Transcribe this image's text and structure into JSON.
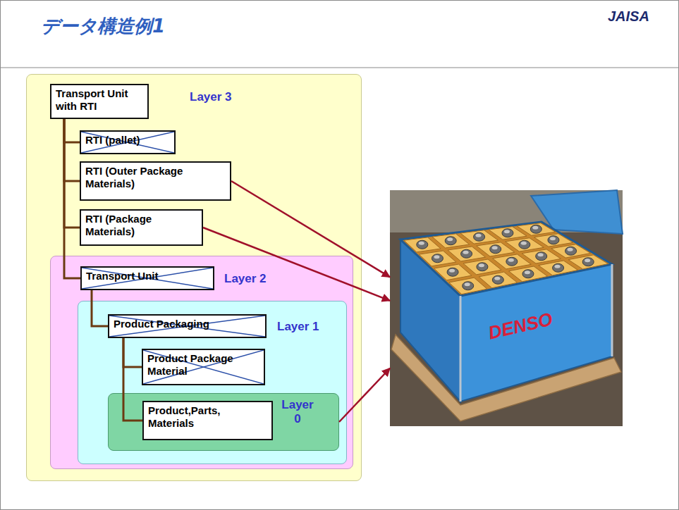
{
  "diagram": {
    "title": "データ構造例1",
    "nodes": [
      {
        "text": [
          "Layer 3"
        ]
      },
      {
        "text": [
          "Transport Unit with RTI"
        ],
        "in": 0
      },
      {
        "text": [
          "RTI (pallet)"
        ],
        "in": 0
      },
      {
        "text": [
          "RTI (Outer Package Materials)"
        ],
        "in": 0
      },
      {
        "text": [
          "RTI (Package Materials)"
        ],
        "in": 0
      },
      {
        "text": [
          "Layer 2"
        ],
        "in": 0
      },
      {
        "text": [
          "Transport Unit"
        ],
        "in": 5
      },
      {
        "text": [
          "Layer 1"
        ],
        "in": 5
      },
      {
        "text": [
          "Product Packaging"
        ],
        "in": 7
      },
      {
        "text": [
          "Product Package Material"
        ],
        "in": 7
      },
      {
        "text": [
          "Layer 0"
        ],
        "in": 7
      },
      {
        "text": [
          "Product,Parts, Materials"
        ],
        "in": 10
      },
      {
        "text": [
          "DENSO"
        ]
      }
    ],
    "edges": [
      {
        "from": 1,
        "to": 2,
        "arrow": "none"
      },
      {
        "from": 1,
        "to": 3,
        "arrow": "none"
      },
      {
        "from": 1,
        "to": 4,
        "arrow": "none"
      },
      {
        "from": 1,
        "to": 6,
        "arrow": "none"
      },
      {
        "from": 6,
        "to": 8,
        "arrow": "none"
      },
      {
        "from": 8,
        "to": 9,
        "arrow": "none"
      },
      {
        "from": 8,
        "to": 11,
        "arrow": "none"
      },
      {
        "from": 3,
        "to": 12,
        "arrow": "to"
      },
      {
        "from": 4,
        "to": 12,
        "arrow": "to"
      },
      {
        "from": 10,
        "to": 12,
        "arrow": "to"
      }
    ],
    "labels": [
      "JAISA"
    ]
  }
}
